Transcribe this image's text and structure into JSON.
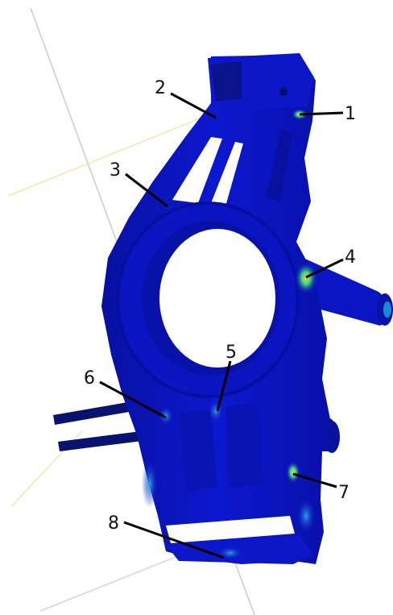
{
  "colors": {
    "background": "#ffffff",
    "stress_low": "#0a14c8",
    "stress_dark": "#060a8a",
    "stress_mid": "#1a6adf",
    "stress_high_green": "#3fd07a",
    "stress_high_yellow": "#e6e040",
    "leader_line": "#000000",
    "reference_line_grey": "#c8cad8",
    "reference_line_yellow": "#f2e8a0"
  },
  "callouts": [
    {
      "id": "1",
      "label": "1"
    },
    {
      "id": "2",
      "label": "2"
    },
    {
      "id": "3",
      "label": "3"
    },
    {
      "id": "4",
      "label": "4"
    },
    {
      "id": "5",
      "label": "5"
    },
    {
      "id": "6",
      "label": "6"
    },
    {
      "id": "7",
      "label": "7"
    },
    {
      "id": "8",
      "label": "8"
    }
  ]
}
